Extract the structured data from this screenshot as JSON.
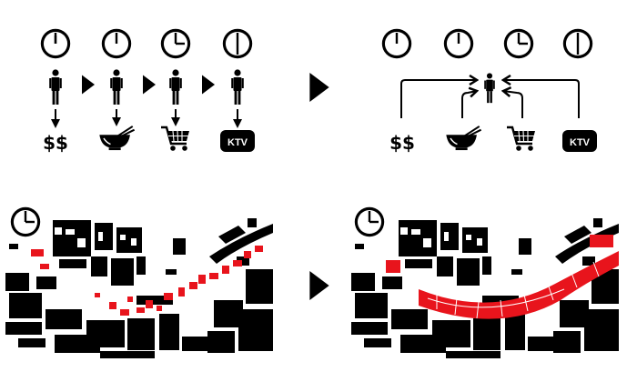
{
  "colors": {
    "ink": "#000000",
    "accent": "#e8141c",
    "paper": "#ffffff"
  },
  "top_left": {
    "steps": [
      {
        "clock_icon": "clock-icon-12-00",
        "person_icon": "person-icon",
        "activity_icon": "money-icon",
        "activity_label": "$$"
      },
      {
        "clock_icon": "clock-icon-12-00",
        "person_icon": "person-icon",
        "activity_icon": "food-bowl-icon",
        "activity_label": ""
      },
      {
        "clock_icon": "clock-icon-3-00",
        "person_icon": "person-icon",
        "activity_icon": "shopping-cart-icon",
        "activity_label": ""
      },
      {
        "clock_icon": "clock-icon-6-00",
        "person_icon": "person-icon",
        "activity_icon": "ktv-icon",
        "activity_label": "KTV"
      }
    ]
  },
  "top_right": {
    "clocks": [
      "clock-icon-12-00",
      "clock-icon-12-00",
      "clock-icon-3-00",
      "clock-icon-6-00"
    ],
    "activities": [
      {
        "icon": "money-icon",
        "label": "$$"
      },
      {
        "icon": "food-bowl-icon",
        "label": ""
      },
      {
        "icon": "shopping-cart-icon",
        "label": ""
      },
      {
        "icon": "ktv-icon",
        "label": "KTV"
      }
    ]
  },
  "maps": {
    "before": {
      "clock_icon": "clock-icon-3-00",
      "red_pattern": "scattered"
    },
    "after": {
      "clock_icon": "clock-icon-3-00",
      "red_pattern": "continuous-band"
    }
  }
}
